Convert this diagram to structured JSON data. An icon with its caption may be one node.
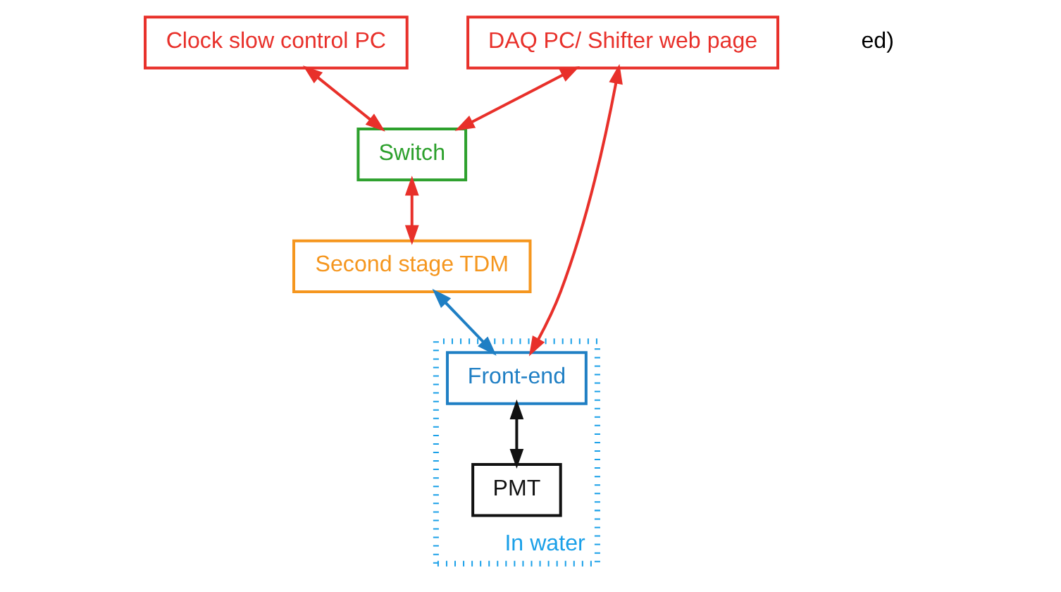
{
  "diagram": {
    "nodes": [
      {
        "text": [
          "Clock slow control PC"
        ]
      },
      {
        "text": [
          "DAQ PC/ Shifter web page"
        ]
      },
      {
        "text": [
          "Switch"
        ]
      },
      {
        "text": [
          "Second stage TDM"
        ]
      },
      {
        "text": [
          "In water"
        ]
      },
      {
        "text": [
          "PMT"
        ],
        "in": 4
      },
      {
        "text": [
          "Front-end"
        ],
        "in": 4
      }
    ],
    "edges": [
      {
        "from": 0,
        "to": 2,
        "arrow": "both"
      },
      {
        "from": 1,
        "to": 2,
        "arrow": "both"
      },
      {
        "from": 1,
        "to": 6,
        "arrow": "both"
      },
      {
        "from": 2,
        "to": 3,
        "arrow": "both"
      },
      {
        "from": 3,
        "to": 6,
        "arrow": "both",
        "color": "#1f7fc4"
      },
      {
        "from": 6,
        "to": 5,
        "arrow": "both",
        "color": "#111111"
      }
    ],
    "labels": [
      "ed)"
    ]
  }
}
